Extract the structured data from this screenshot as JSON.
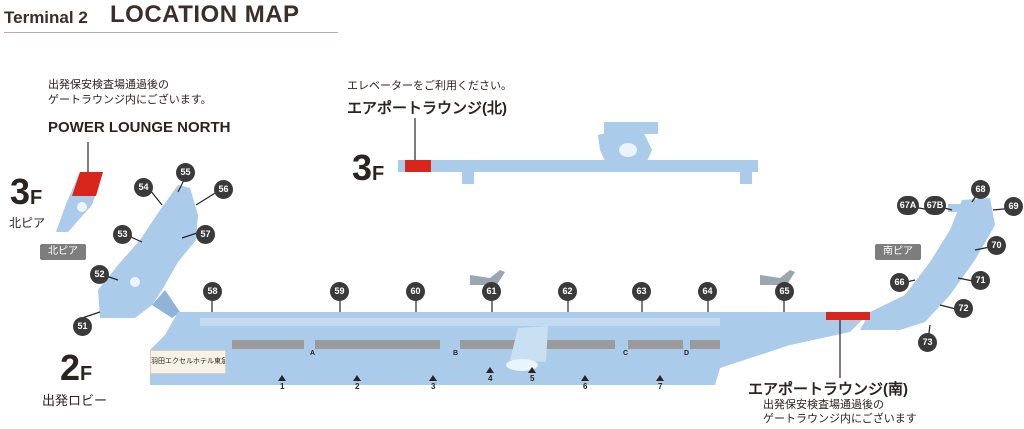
{
  "header": {
    "terminal": "Terminal 2",
    "title": "LOCATION MAP"
  },
  "north": {
    "note_line1": "出発保安検査場通過後の",
    "note_line2": "ゲートラウンジ内にございます。",
    "lounge_name": "POWER LOUNGE NORTH",
    "floor": "3",
    "floor_unit": "F",
    "floor_sub": "北ピア",
    "pier_tag": "北ピア"
  },
  "airport_north": {
    "note": "エレベーターをご利用ください。",
    "lounge_name": "エアポートラウンジ(北)",
    "floor": "3",
    "floor_unit": "F"
  },
  "lobby": {
    "floor": "2",
    "floor_unit": "F",
    "floor_sub": "出発ロビー",
    "hotel": "羽田エクセルホテル東急"
  },
  "airport_south": {
    "lounge_name": "エアポートラウンジ(南)",
    "note_line1": "出発保安検査場通過後の",
    "note_line2": "ゲートラウンジ内にございます"
  },
  "south_pier_tag": "南ピア",
  "gates": [
    "51",
    "52",
    "53",
    "54",
    "55",
    "56",
    "57",
    "58",
    "59",
    "60",
    "61",
    "62",
    "63",
    "64",
    "65",
    "66",
    "67A",
    "67B",
    "68",
    "69",
    "70",
    "71",
    "72",
    "73"
  ],
  "entrances": [
    "1",
    "2",
    "3",
    "4",
    "5",
    "6",
    "7"
  ],
  "counters": [
    "A",
    "B",
    "C",
    "D"
  ],
  "colors": {
    "map": "#aacbe9",
    "map_dark": "#8fb4d8",
    "lounge": "#d9261c",
    "badge": "#3a3a3a",
    "text": "#2a2320"
  }
}
